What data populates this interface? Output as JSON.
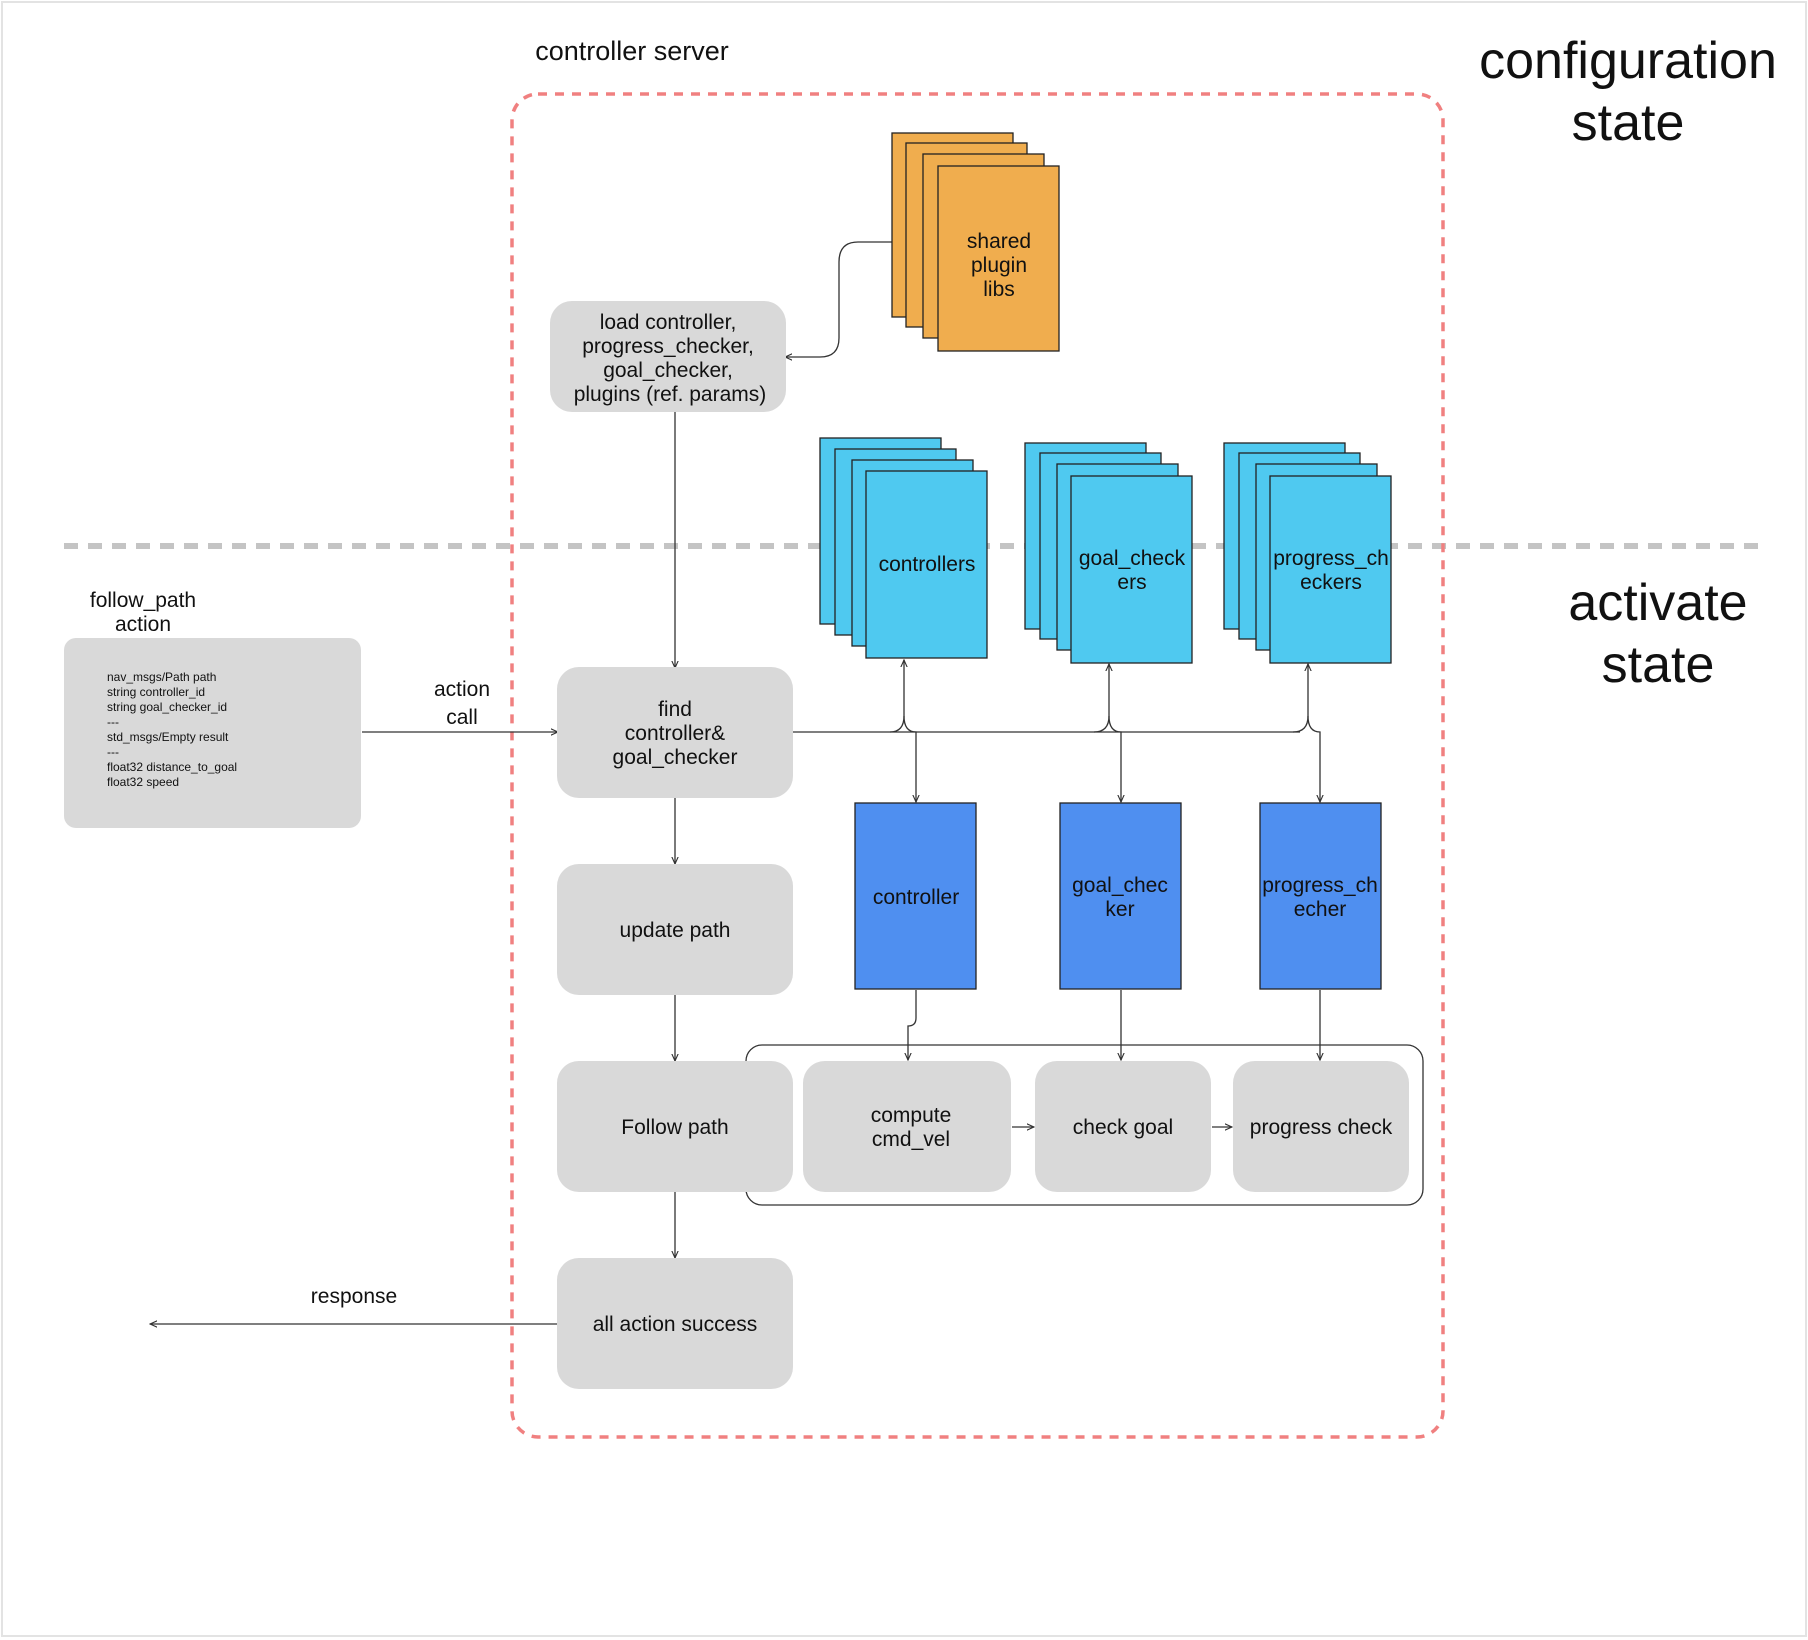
{
  "title": "controller server",
  "states": {
    "configuration": [
      "configuration",
      "state"
    ],
    "activate": [
      "activate",
      "state"
    ]
  },
  "action": {
    "label": [
      "follow_path",
      "action"
    ],
    "definition": [
      "nav_msgs/Path path",
      "string controller_id",
      "string goal_checker_id",
      "---",
      "std_msgs/Empty result",
      "---",
      "float32 distance_to_goal",
      "float32 speed"
    ],
    "call_label": [
      "action",
      "call"
    ],
    "response_label": "response"
  },
  "steps": {
    "load": [
      "load controller,",
      "progress_checker,",
      "goal_checker,",
      "plugins (ref. params)"
    ],
    "find": [
      "find",
      "controller&",
      "goal_checker"
    ],
    "update": [
      "update path"
    ],
    "follow": [
      "Follow path"
    ],
    "success": [
      "all action success"
    ]
  },
  "plugin_libs": [
    "shared",
    "plugin",
    "libs"
  ],
  "plugin_sets": [
    [
      "controllers"
    ],
    [
      "goal_check",
      "ers"
    ],
    [
      "progress_ch",
      "eckers"
    ]
  ],
  "selected_plugins": [
    [
      "controller"
    ],
    [
      "goal_chec",
      "ker"
    ],
    [
      "progress_ch",
      "echer"
    ]
  ],
  "loop_steps": [
    [
      "compute",
      "cmd_vel"
    ],
    [
      "check goal"
    ],
    [
      "progress check"
    ]
  ],
  "colors": {
    "plugin_libs": "#f0ad4e",
    "plugin_sets": "#4fc9f0",
    "selected_plugins": "#4f8ff0",
    "server_border": "#f08080",
    "state_divider": "#c4c4c4",
    "step_fill": "#d9d9d9"
  }
}
